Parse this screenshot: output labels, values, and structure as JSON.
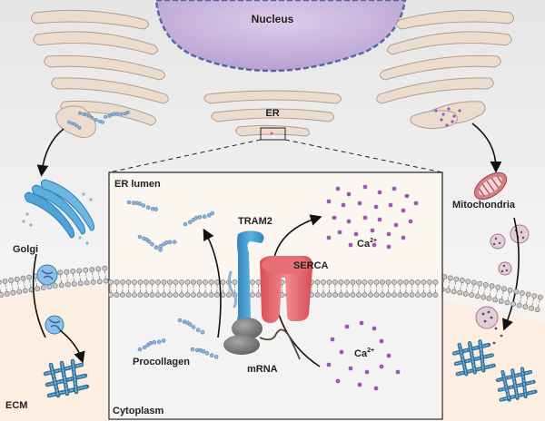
{
  "labels": {
    "nucleus": "Nucleus",
    "er": "ER",
    "golgi": "Golgi",
    "mitochondria": "Mitochondria",
    "ecm": "ECM",
    "er_lumen": "ER lumen",
    "cytoplasm": "Cytoplasm",
    "tram2": "TRAM2",
    "serca": "SERCA",
    "procollagen": "Procollagen",
    "mrna": "mRNA",
    "calcium_top": "Ca",
    "calcium_top_sup": "2+",
    "calcium_bottom": "Ca",
    "calcium_bottom_sup": "2+"
  },
  "colors": {
    "background": "#efefef",
    "nucleus": "#c7b3dd",
    "nucleus_border": "#5a6da5",
    "er": "#ecdccd",
    "er_border": "#b19f90",
    "membrane_head": "#c9c9c9",
    "procollagen": "#8fb2d8",
    "calcium": "#9a5bb0",
    "tram2": "#3e95c9",
    "serca": "#e2666c",
    "ribosome": "#7f7f7f",
    "ecm_fiber": "#2f6f9a",
    "mitochondria": "#d4848a",
    "ecm_region": "#fbeee3"
  }
}
